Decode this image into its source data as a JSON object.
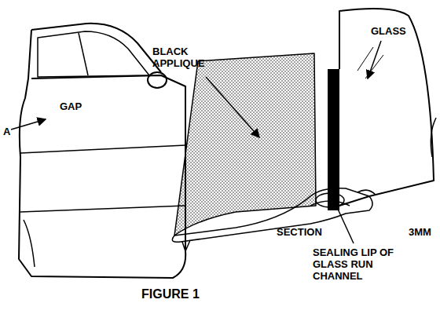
{
  "diagram": {
    "caption": "FIGURE 1",
    "labels": [
      "GAP",
      "A",
      "BLACK APPLIQUE",
      "GLASS",
      "SECTION",
      "3MM",
      "SEALING LIP OF GLASS RUN CHANNEL"
    ]
  }
}
